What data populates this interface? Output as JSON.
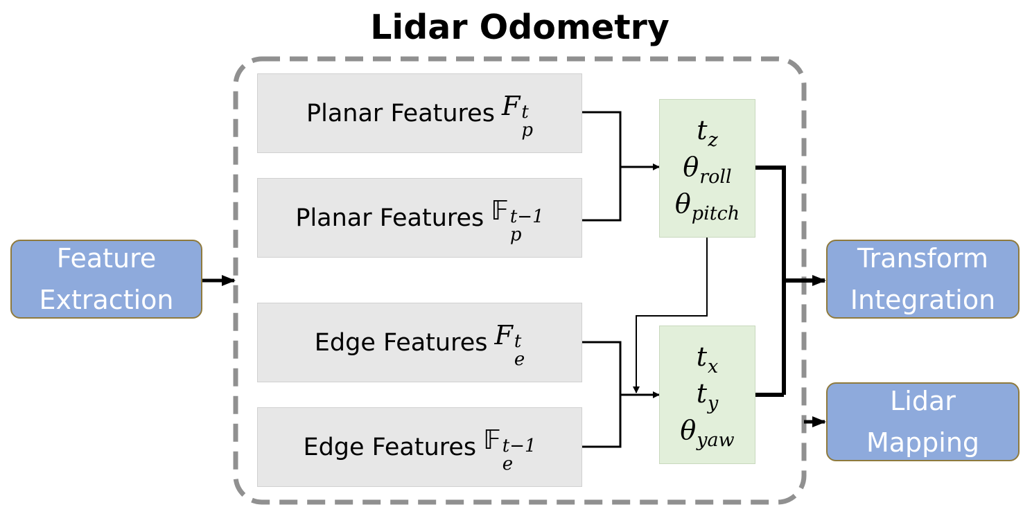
{
  "title": "Lidar Odometry",
  "colors": {
    "feature_box": "#e7e7e7",
    "blue_box": "#8eaadc",
    "blue_border": "#8f7a3c",
    "green_box": "#e2efda",
    "dashed_border": "#909090"
  },
  "inputs": {
    "feature_extraction": [
      "Feature",
      "Extraction"
    ]
  },
  "features": {
    "planar_current": {
      "label": "Planar Features",
      "symbol": "F",
      "sup": "t",
      "sub": "p"
    },
    "planar_previous": {
      "label": "Planar Features",
      "symbol": "𝔽",
      "sup": "t−1",
      "sub": "p"
    },
    "edge_current": {
      "label": "Edge Features",
      "symbol": "F",
      "sup": "t",
      "sub": "e"
    },
    "edge_previous": {
      "label": "Edge Features",
      "symbol": "𝔽",
      "sup": "t−1",
      "sub": "e"
    }
  },
  "estimates": {
    "planar": [
      {
        "base": "t",
        "sub": "z"
      },
      {
        "base": "θ",
        "sub": "roll"
      },
      {
        "base": "θ",
        "sub": "pitch"
      }
    ],
    "edge": [
      {
        "base": "t",
        "sub": "x"
      },
      {
        "base": "t",
        "sub": "y"
      },
      {
        "base": "θ",
        "sub": "yaw"
      }
    ]
  },
  "outputs": {
    "transform_integration": [
      "Transform",
      "Integration"
    ],
    "lidar_mapping": [
      "Lidar",
      "Mapping"
    ]
  }
}
